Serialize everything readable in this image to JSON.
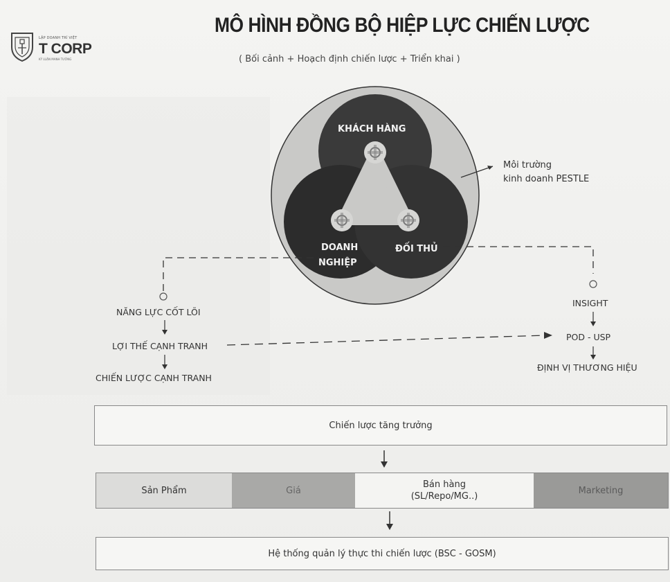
{
  "logo": {
    "small": "LẬP DOANH TRÍ VIỆT",
    "main": "T CORP",
    "sub": "KỶ LUẬN MANH TƯỞNG"
  },
  "title": "MÔ HÌNH ĐỒNG BỘ HIỆP LỰC CHIẾN LƯỢC",
  "subtitle": "( Bối cảnh + Hoạch định chiến lược + Triển khai )",
  "circles": {
    "top": "KHÁCH HÀNG",
    "left_line1": "DOANH",
    "left_line2": "NGHIỆP",
    "right": "ĐỐI THỦ"
  },
  "environment": {
    "line1": "Môi trường",
    "line2": "kinh doanh PESTLE"
  },
  "left_chain": {
    "core": "NĂNG LỰC CỐT LÕI",
    "advantage": "LỢI THẾ CẠNH TRANH",
    "strategy": "CHIẾN LƯỢC CẠNH TRANH"
  },
  "right_chain": {
    "insight": "INSIGHT",
    "pod_usp": "POD - USP",
    "positioning": "ĐỊNH VỊ THƯƠNG HIỆU"
  },
  "growth_box": "Chiến lược tăng trưởng",
  "functions": {
    "product": "Sản Phẩm",
    "price": "Giá",
    "sales_line1": "Bán hàng",
    "sales_line2": "(SL/Repo/MG..)",
    "marketing": "Marketing"
  },
  "system_box": "Hệ thống quản lý thực thi chiến lược (BSC - GOSM)",
  "colors": {
    "dark_circle": "#2f2f2f",
    "mid_circle": "#3c3c3c",
    "outer_ellipse": "#c9c9c7",
    "cell_light": "#dcdcda",
    "cell_mid": "#a9a9a7",
    "cell_white": "#f4f4f2",
    "cell_dark": "#9a9a98"
  },
  "icons": [
    "shield-logo-icon",
    "gear-icon",
    "gear-icon",
    "gear-icon"
  ]
}
